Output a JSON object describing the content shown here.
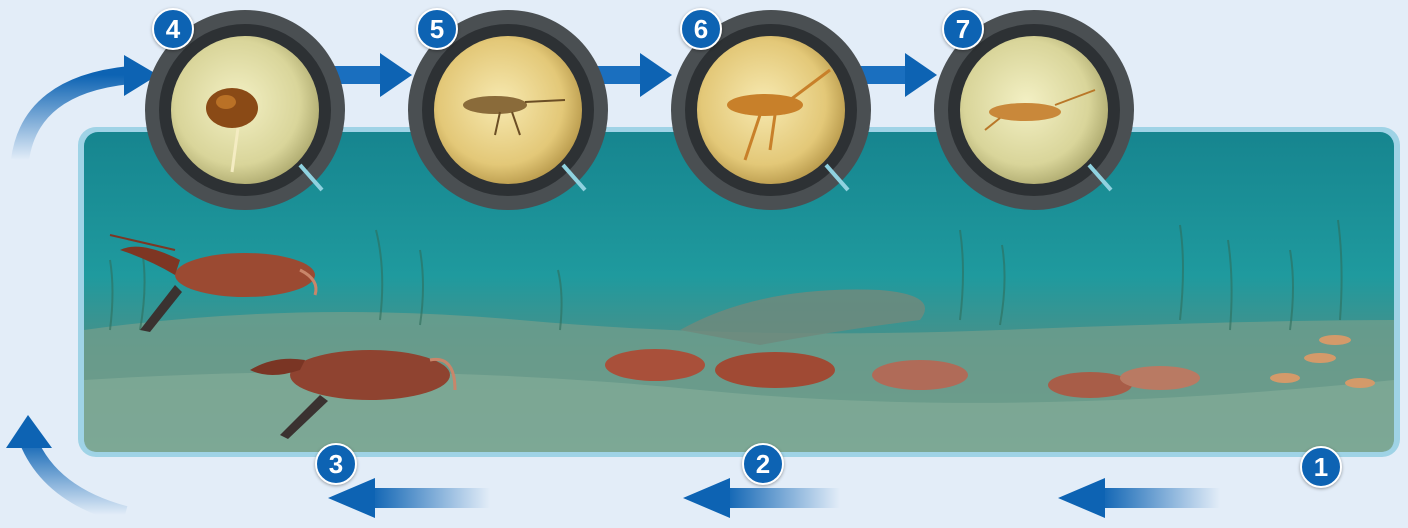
{
  "diagram": {
    "colors": {
      "background": "#e3edf8",
      "arrow_blue": "#0d63b3",
      "badge_blue": "#0d63b3",
      "water_top": "#1c8e9a",
      "water_bottom": "#5d8d80",
      "ring_dark": "#4a4f52"
    },
    "steps": [
      {
        "label": "1",
        "icon": "juvenile-crayfish-group"
      },
      {
        "label": "2",
        "icon": "growing-crayfish"
      },
      {
        "label": "3",
        "icon": "adult-crayfish"
      },
      {
        "label": "4",
        "icon": "egg-icon"
      },
      {
        "label": "5",
        "icon": "larva-icon"
      },
      {
        "label": "6",
        "icon": "juvenile-icon"
      },
      {
        "label": "7",
        "icon": "young-crayfish-icon"
      }
    ]
  }
}
